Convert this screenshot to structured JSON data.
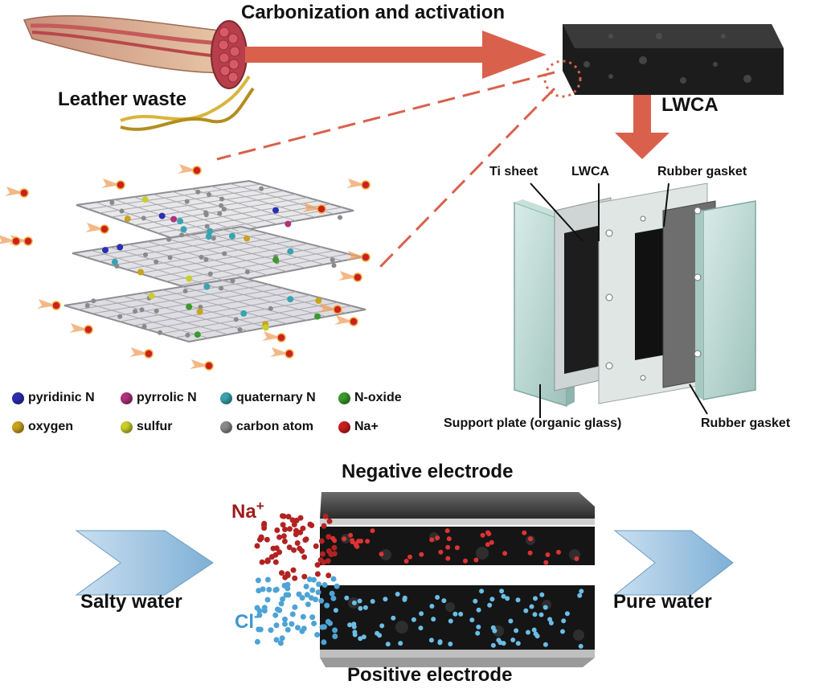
{
  "labels": {
    "process": "Carbonization and activation",
    "leather_waste": "Leather waste",
    "lwca_main": "LWCA",
    "ti_sheet": "Ti sheet",
    "lwca_cell": "LWCA",
    "rubber_gasket_top": "Rubber gasket",
    "support_plate": "Support plate (organic glass)",
    "rubber_gasket_bottom": "Rubber gasket",
    "negative_electrode": "Negative electrode",
    "positive_electrode": "Positive electrode",
    "salty_water": "Salty water",
    "pure_water": "Pure water",
    "na_ion": "Na",
    "na_charge": "+",
    "cl_ion": "Cl",
    "cl_charge": "-"
  },
  "legend": [
    {
      "name": "pyridinic N",
      "color": "#2b2fb0"
    },
    {
      "name": "pyrrolic N",
      "color": "#b0327c"
    },
    {
      "name": "quaternary N",
      "color": "#3aa3b0"
    },
    {
      "name": "N-oxide",
      "color": "#3c9a2c"
    },
    {
      "name": "oxygen",
      "color": "#c9a31d"
    },
    {
      "name": "sulfur",
      "color": "#c8cf2a"
    },
    {
      "name": "carbon atom",
      "color": "#8a8a8a"
    },
    {
      "name": "Na+",
      "color": "#cc1f1f"
    }
  ],
  "colors": {
    "arrow_red": "#d9614c",
    "arrow_blue": "#8fb8d8",
    "na_red": "#b22222",
    "cl_blue": "#4ea3d6"
  }
}
